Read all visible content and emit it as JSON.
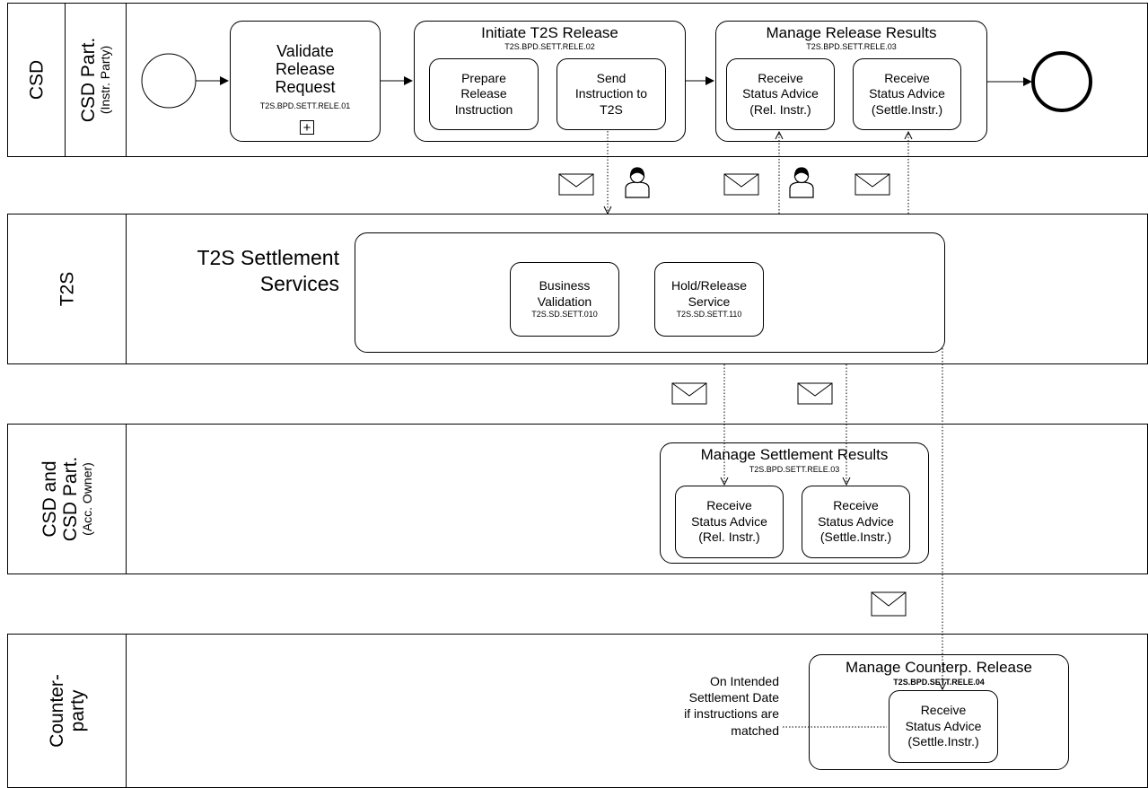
{
  "lanes": {
    "csd": {
      "pool_label": "CSD",
      "lane_label": "CSD Part.",
      "lane_sublabel": "(Instr. Party)"
    },
    "t2s": {
      "label": "T2S"
    },
    "acc_owner": {
      "label_line1": "CSD and",
      "label_line2": "CSD Part.",
      "sublabel": "(Acc. Owner)"
    },
    "counterparty": {
      "label_line1": "Counter-",
      "label_line2": "party"
    }
  },
  "csd_lane": {
    "validate": {
      "title": "Validate\nRelease\nRequest",
      "code": "T2S.BPD.SETT.RELE.01",
      "marker": "+"
    },
    "initiate": {
      "title": "Initiate T2S Release",
      "code": "T2S.BPD.SETT.RELE.02",
      "tasks": [
        "Prepare\nRelease\nInstruction",
        "Send\nInstruction to\nT2S"
      ]
    },
    "manage_release": {
      "title": "Manage Release Results",
      "code": "T2S.BPD.SETT.RELE.03",
      "tasks": [
        "Receive\nStatus Advice\n(Rel. Instr.)",
        "Receive\nStatus Advice\n(Settle.Instr.)"
      ]
    }
  },
  "t2s_lane": {
    "services_title": "T2S Settlement\nServices",
    "services": [
      {
        "name": "Business\nValidation",
        "code": "T2S.SD.SETT.010"
      },
      {
        "name": "Hold/Release\nService",
        "code": "T2S.SD.SETT.110"
      }
    ]
  },
  "acc_owner_lane": {
    "manage_settlement": {
      "title": "Manage Settlement Results",
      "code": "T2S.BPD.SETT.RELE.03",
      "tasks": [
        "Receive\nStatus Advice\n(Rel. Instr.)",
        "Receive\nStatus Advice\n(Settle.Instr.)"
      ]
    }
  },
  "counterparty_lane": {
    "manage_counterp": {
      "title": "Manage Counterp. Release",
      "code": "T2S.BPD.SETT.RELE.04",
      "task": "Receive\nStatus Advice\n(Settle.Instr.)"
    },
    "annotation": "On Intended\nSettlement Date\nif instructions are\nmatched"
  },
  "icons": [
    "envelope-icon",
    "user-icon",
    "start-event-icon",
    "end-event-icon",
    "subprocess-marker-icon"
  ]
}
